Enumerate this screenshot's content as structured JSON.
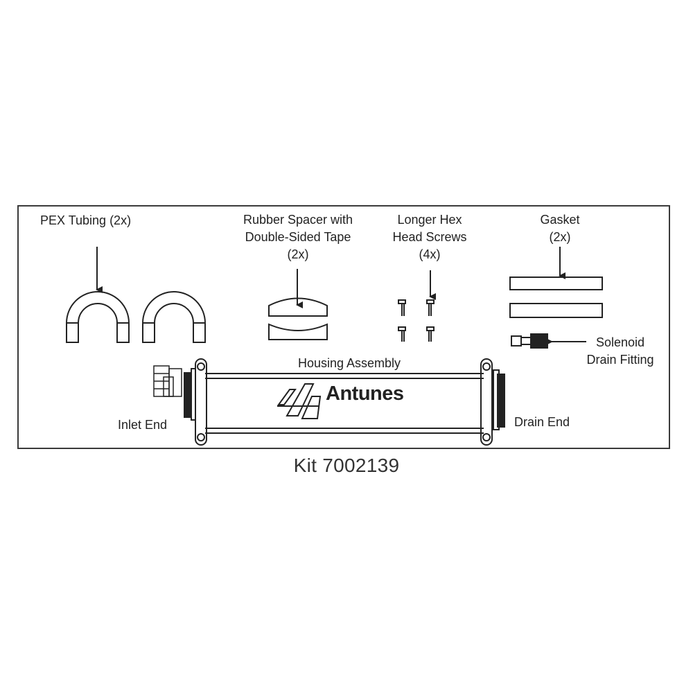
{
  "labels": {
    "pex": "PEX Tubing (2x)",
    "spacer_line1": "Rubber Spacer with",
    "spacer_line2": "Double-Sided Tape",
    "spacer_line3": "(2x)",
    "screws_line1": "Longer Hex",
    "screws_line2": "Head Screws",
    "screws_line3": "(4x)",
    "gasket_line1": "Gasket",
    "gasket_line2": "(2x)",
    "solenoid_line1": "Solenoid",
    "solenoid_line2": "Drain Fitting",
    "housing": "Housing Assembly",
    "inlet": "Inlet End",
    "drain": "Drain End",
    "brand": "Antunes"
  },
  "kit": "Kit 7002139",
  "colors": {
    "line": "#222222",
    "frame": "#3a3a3a"
  }
}
